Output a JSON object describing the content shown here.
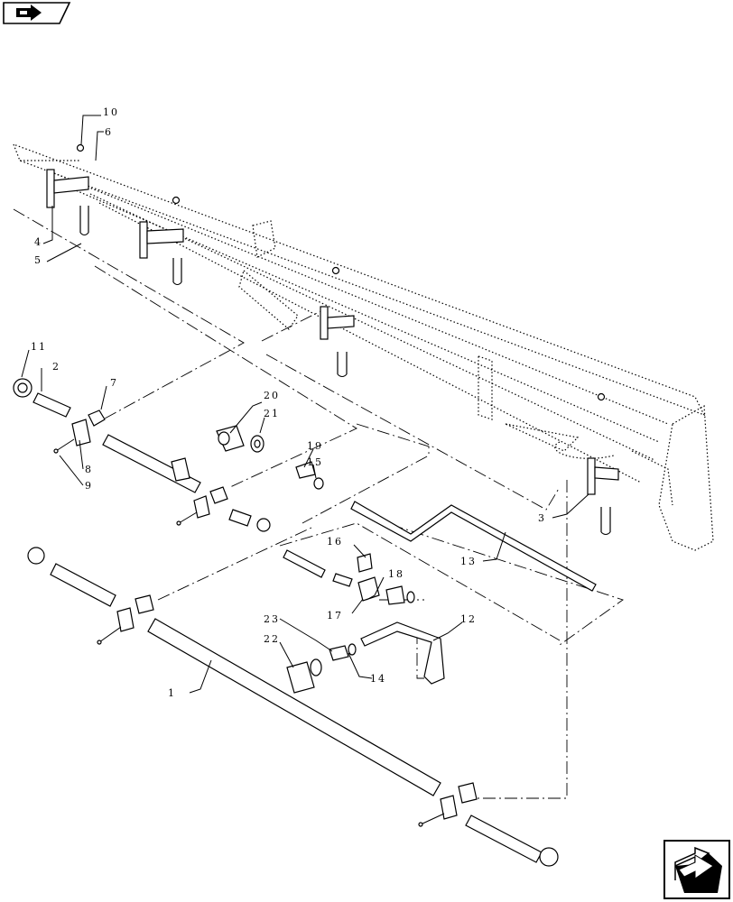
{
  "diagram": {
    "callouts": {
      "c1": "1",
      "c2": "2",
      "c3": "3",
      "c4": "4",
      "c5": "5",
      "c6": "6",
      "c7": "7",
      "c8": "8",
      "c9": "9",
      "c10": "10",
      "c11": "11",
      "c12": "12",
      "c13": "13",
      "c14": "14",
      "c15": "15",
      "c16": "16",
      "c17": "17",
      "c18": "18",
      "c19": "19",
      "c20": "20",
      "c21": "21",
      "c22": "22",
      "c23": "23"
    },
    "icons": {
      "top_left": "book-tab-icon",
      "bottom_right": "next-page-arrow-icon"
    }
  }
}
